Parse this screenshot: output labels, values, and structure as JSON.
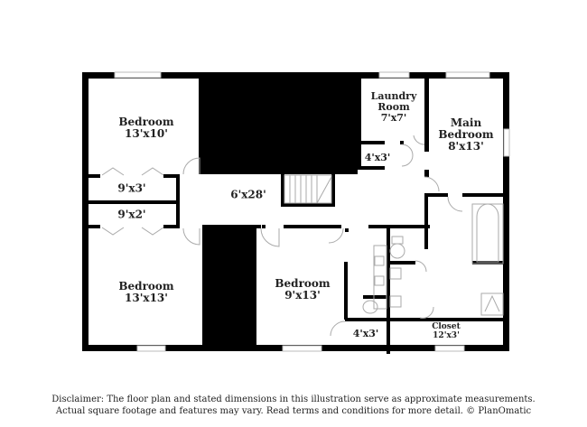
{
  "floor_plan": {
    "rooms": [
      {
        "id": "bedroom-nw",
        "name": "Bedroom",
        "dims": "13'x10'"
      },
      {
        "id": "closet-9x3",
        "name": "",
        "dims": "9'x3'"
      },
      {
        "id": "closet-9x2",
        "name": "",
        "dims": "9'x2'"
      },
      {
        "id": "bedroom-sw",
        "name": "Bedroom",
        "dims": "13'x13'"
      },
      {
        "id": "hallway",
        "name": "",
        "dims": "6'x28'"
      },
      {
        "id": "laundry",
        "name": "Laundry Room",
        "name_line1": "Laundry",
        "name_line2": "Room",
        "dims": "7'x7'"
      },
      {
        "id": "closet-4x3-north",
        "name": "",
        "dims": "4'x3'"
      },
      {
        "id": "main-bedroom",
        "name": "Main Bedroom",
        "name_line1": "Main",
        "name_line2": "Bedroom",
        "dims": "8'x13'"
      },
      {
        "id": "bedroom-s",
        "name": "Bedroom",
        "dims": "9'x13'"
      },
      {
        "id": "closet-4x3-south",
        "name": "",
        "dims": "4'x3'"
      },
      {
        "id": "closet-12x3",
        "name": "Closet",
        "dims": "12'x3'"
      }
    ],
    "colors": {
      "wall": "#000000",
      "window": "#cccccc",
      "fixture": "#aaaaaa",
      "background": "#ffffff"
    }
  },
  "disclaimer": {
    "line1": "Disclaimer: The floor plan and stated dimensions in this illustration serve as approximate measurements.",
    "line2": "Actual square footage and features may vary. Read terms and conditions for more detail. © PlanOmatic"
  }
}
